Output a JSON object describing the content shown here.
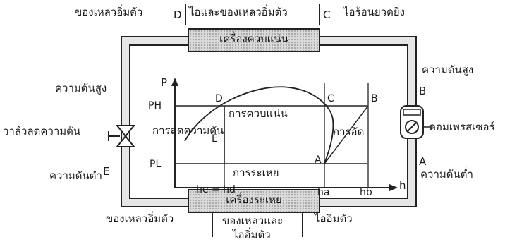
{
  "top": {
    "sat_liquid": "ของเหลวอิ่มตัว",
    "pt_D": "D",
    "vapor_liquid": "ไอและของเหลวอิ่มตัว",
    "pt_C": "C",
    "superheated": "ไอร้อนยวดยิ่ง"
  },
  "condenser": {
    "label": "เครื่องควบแน่น"
  },
  "evaporator": {
    "label": "เครื่องระเหย"
  },
  "left": {
    "high_pressure": "ความดันสูง",
    "valve": "วาล์วลดความดัน",
    "pt_E": "E",
    "low_pressure": "ความดันต่ำ"
  },
  "right": {
    "high_pressure": "ความดันสูง",
    "pt_B": "B",
    "compressor": "คอมเพรสเซอร์",
    "pt_A": "A",
    "low_pressure": "ความดันต่ำ"
  },
  "bottom": {
    "sat_liquid": "ของเหลวอิ่มตัว",
    "liq_vap_line1": "ของเหลวและ",
    "liq_vap_line2": "ไออิ่มตัว",
    "sat_vapor": "ไออิ่มตัว"
  },
  "ph_diagram": {
    "axis_p": "P",
    "axis_h": "h",
    "PH": "PH",
    "PL": "PL",
    "D": "D",
    "C": "C",
    "B": "B",
    "E": "E",
    "A": "A",
    "condensation": "การควบแน่น",
    "expansion": "การลดความดัน",
    "compression": "การอัด",
    "evaporation": "การระเหย",
    "he_hd": "he = hd",
    "ha": "ha",
    "hb": "hb"
  }
}
